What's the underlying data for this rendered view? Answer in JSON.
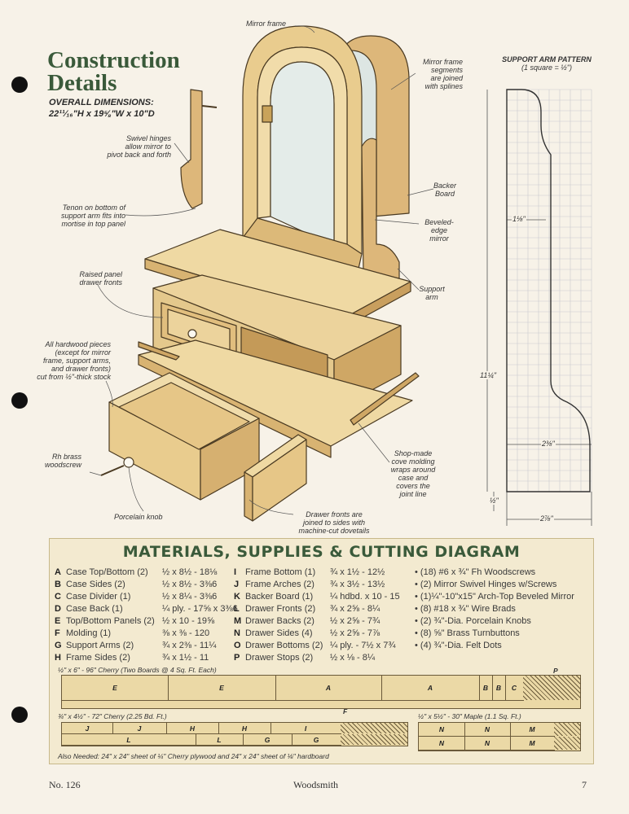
{
  "header": {
    "title_line1": "Construction",
    "title_line2": "Details",
    "dimensions_label": "OVERALL DIMENSIONS:",
    "dimensions_value": "22¹¹⁄₁₆\"H x 19⅝\"W x 10\"D"
  },
  "callouts": {
    "mirror_frame": "Mirror frame",
    "mirror_frame_segments": "Mirror frame\nsegments\nare joined\nwith splines",
    "swivel_hinges": "Swivel hinges\nallow mirror to\npivot back and forth",
    "tenon": "Tenon on bottom of\nsupport arm fits into\nmortise in top panel",
    "backer_board": "Backer\nBoard",
    "beveled_mirror": "Beveled-\nedge\nmirror",
    "raised_panel": "Raised panel\ndrawer fronts",
    "support_arm": "Support\narm",
    "hardwood": "All hardwood pieces\n(except for mirror\nframe, support arms,\nand drawer fronts)\ncut from ½\"-thick stock",
    "rh_brass": "Rh brass\nwoodscrew",
    "cove_molding": "Shop-made\ncove molding\nwraps around\ncase and\ncovers the\njoint line",
    "drawer_fronts": "Drawer fronts are\njoined to sides with\nmachine-cut dovetails",
    "porcelain_knob": "Porcelain knob"
  },
  "pattern": {
    "title": "SUPPORT ARM PATTERN",
    "subtitle": "(1 square = ½\")",
    "dim_width_top": "1⅛\"",
    "dim_height": "11¼\"",
    "dim_width_mid": "2⅜\"",
    "dim_bottom": "½\"",
    "dim_width_bottom": "2⅞\""
  },
  "materials": {
    "title": "MATERIALS, SUPPLIES & CUTTING DIAGRAM",
    "col1": [
      {
        "letter": "A",
        "name": "Case Top/Bottom (2)",
        "size": "½ x 8½ - 18⅛"
      },
      {
        "letter": "B",
        "name": "Case Sides (2)",
        "size": "½ x 8½ - 3⅜6"
      },
      {
        "letter": "C",
        "name": "Case Divider (1)",
        "size": "½ x 8¼ - 3⅜6"
      },
      {
        "letter": "D",
        "name": "Case Back (1)",
        "size": "¼ ply. - 17⅝ x 3⅜6"
      },
      {
        "letter": "E",
        "name": "Top/Bottom Panels (2)",
        "size": "½ x 10 - 19⅝"
      },
      {
        "letter": "F",
        "name": "Molding (1)",
        "size": "⅜ x ⅜ - 120"
      },
      {
        "letter": "G",
        "name": "Support Arms (2)",
        "size": "¾ x 2⅜ - 11¼"
      },
      {
        "letter": "H",
        "name": "Frame Sides (2)",
        "size": "¾ x 1½ - 11"
      }
    ],
    "col2": [
      {
        "letter": "I",
        "name": "Frame Bottom (1)",
        "size": "¾ x 1½ - 12½"
      },
      {
        "letter": "J",
        "name": "Frame Arches (2)",
        "size": "¾ x 3½ - 13½"
      },
      {
        "letter": "K",
        "name": "Backer Board (1)",
        "size": "¼ hdbd. x 10 - 15"
      },
      {
        "letter": "L",
        "name": "Drawer Fronts (2)",
        "size": "¾ x 2⅝ - 8¼"
      },
      {
        "letter": "M",
        "name": "Drawer Backs (2)",
        "size": "½ x 2⅝ - 7¾"
      },
      {
        "letter": "N",
        "name": "Drawer Sides (4)",
        "size": "½ x 2⅝ - 7⅞"
      },
      {
        "letter": "O",
        "name": "Drawer Bottoms (2)",
        "size": "¼ ply. - 7½ x 7¾"
      },
      {
        "letter": "P",
        "name": "Drawer Stops (2)",
        "size": "½ x ⅛ - 8¼"
      }
    ],
    "supplies": [
      "• (18) #6 x ¾\" Fh Woodscrews",
      "• (2) Mirror Swivel Hinges w/Screws",
      "• (1)¼\"-10\"x15\" Arch-Top Beveled Mirror",
      "• (8) #18 x ¾\" Wire Brads",
      "• (2) ¾\"-Dia. Porcelain Knobs",
      "• (8) ⅝\" Brass Turnbuttons",
      "• (4) ¾\"-Dia. Felt Dots"
    ],
    "board1_label": "½\" x 6\" - 96\" Cherry (Two Boards @ 4 Sq. Ft. Each)",
    "board1_segments": [
      "E",
      "E",
      "A",
      "A",
      "B",
      "B",
      "C"
    ],
    "board1_p": "P",
    "board1_f": "F",
    "board2_label": "¾\" x 4½\" - 72\" Cherry (2.25 Bd. Ft.)",
    "board2_top": [
      "J",
      "J",
      "H",
      "H",
      "I"
    ],
    "board2_bottom": [
      "L",
      "L",
      "G",
      "G"
    ],
    "board3_label": "½\" x 5½\" - 30\" Maple (1.1 Sq. Ft.)",
    "board3_top": [
      "N",
      "N",
      "M"
    ],
    "board3_bottom": [
      "N",
      "N",
      "M"
    ],
    "also_needed": "Also Needed: 24\" x 24\" sheet of ¼\" Cherry plywood and 24\" x 24\" sheet of ⅛\" hardboard"
  },
  "footer": {
    "issue": "No. 126",
    "magazine": "Woodsmith",
    "page": "7"
  }
}
